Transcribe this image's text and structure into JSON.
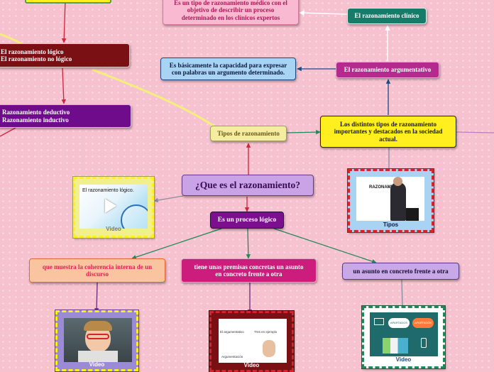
{
  "nodes": {
    "top_pink": "Es un tipo de razonamiento médico con el\nobjetivo de describir un proceso\ndeterminado  en los clínicos expertos",
    "clinico": "El razonamiento clínico",
    "logico": "El razonamiento lógico\nEl razonamiento no lógico",
    "capacidad": "Es básicamente la capacidad para expresar\ncon palabras un argumento determinado.",
    "argumentativo": "El razonamiento argumentativo",
    "deductivo": "Razonamiento deductivo\nRazonamiento inductivo",
    "tipos": "Tipos de razonamiento",
    "distintos": "Los distintos tipos de razonamiento\nimportantes y destacados en la sociedad\nactual.",
    "central": "¿Que es el razonamiento?",
    "proceso": "Es un proceso lógico",
    "coherencia": "que muestra la coherencia interna de un\ndiscurso",
    "premisas": "tiene unas premisas concretas  un asunto\nen concreto frente a otra",
    "asunto": "un asunto en concreto frente a otra"
  },
  "media": {
    "video1": {
      "caption": "Video",
      "title": "El razonamiento lógico."
    },
    "tipos_img": {
      "caption": "Tipos",
      "title": "RAZONAMI"
    },
    "video2": {
      "caption": "Video"
    },
    "video3": {
      "caption": "Video",
      "board_left": "El argumentativo",
      "board_right": "Tres en ejemplo",
      "board_bottom": "Argumentación"
    },
    "video4": {
      "caption": "Video",
      "bubble_left": "APARTADOS",
      "bubble_right": "APARTADOS"
    }
  },
  "colors": {
    "background": "#f7c2cf",
    "maroon": "#7a0f14",
    "purple": "#6f0c8c",
    "magenta": "#b42078",
    "teal": "#157866",
    "navy": "#1d4b80",
    "yellow": "#ffef1f"
  }
}
